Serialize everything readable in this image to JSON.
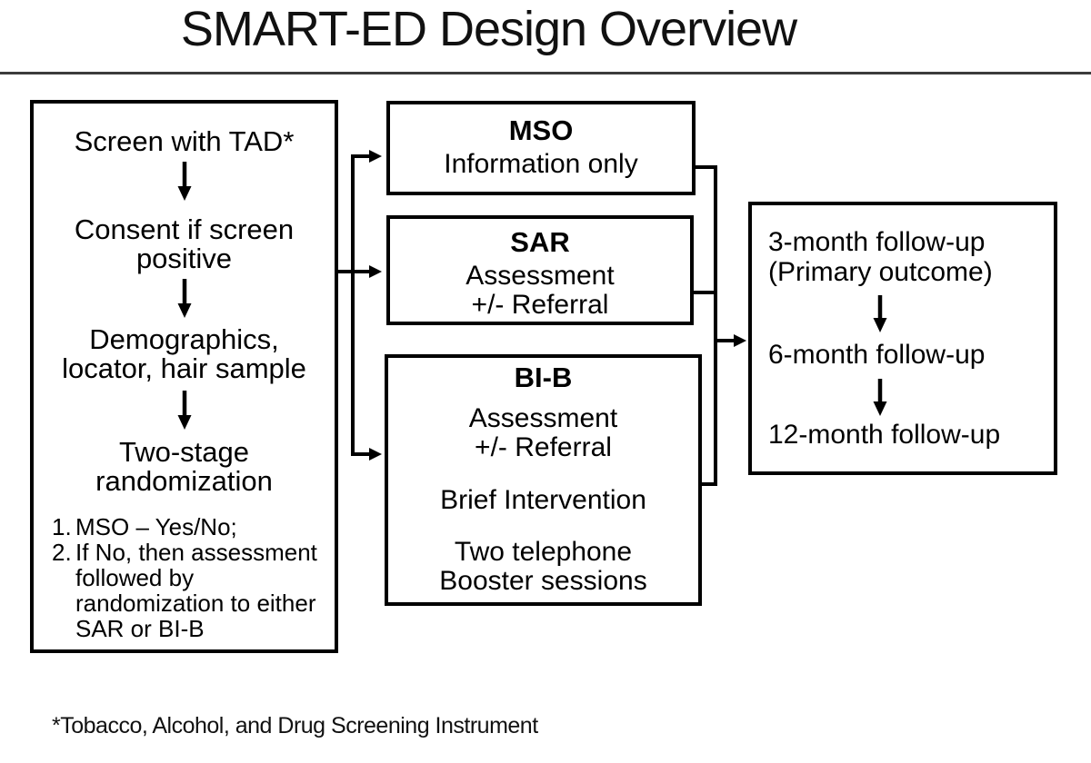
{
  "title": "SMART-ED Design Overview",
  "footnote": "*Tobacco, Alcohol, and Drug Screening Instrument",
  "screening": {
    "steps": [
      "Screen with TAD*",
      "Consent if screen\npositive",
      "Demographics,\nlocator, hair sample",
      "Two-stage\nrandomization"
    ],
    "notes": [
      {
        "num": "1.",
        "text": "MSO – Yes/No;"
      },
      {
        "num": "2.",
        "text": "If No, then assessment\nfollowed by\nrandomization to either\nSAR or BI-B"
      }
    ]
  },
  "arms": [
    {
      "title": "MSO",
      "paragraphs": [
        "Information only"
      ]
    },
    {
      "title": "SAR",
      "paragraphs": [
        "Assessment\n+/- Referral"
      ]
    },
    {
      "title": "BI-B",
      "paragraphs": [
        "Assessment\n+/- Referral",
        "Brief Intervention",
        "Two telephone\nBooster sessions"
      ]
    }
  ],
  "followup": {
    "items": [
      "3-month follow-up\n(Primary outcome)",
      "6-month follow-up",
      "12-month follow-up"
    ]
  },
  "colors": {
    "background": "#ffffff",
    "text": "#000000",
    "line": "#000000",
    "underline": "#3b3b3b"
  }
}
